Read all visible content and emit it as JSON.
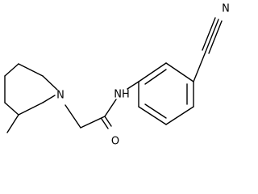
{
  "atom_labels": {
    "piperidine_nitrogen": "N",
    "amide_nitrogen": "NH",
    "carbonyl_oxygen": "O",
    "nitrile_nitrogen": "N"
  }
}
